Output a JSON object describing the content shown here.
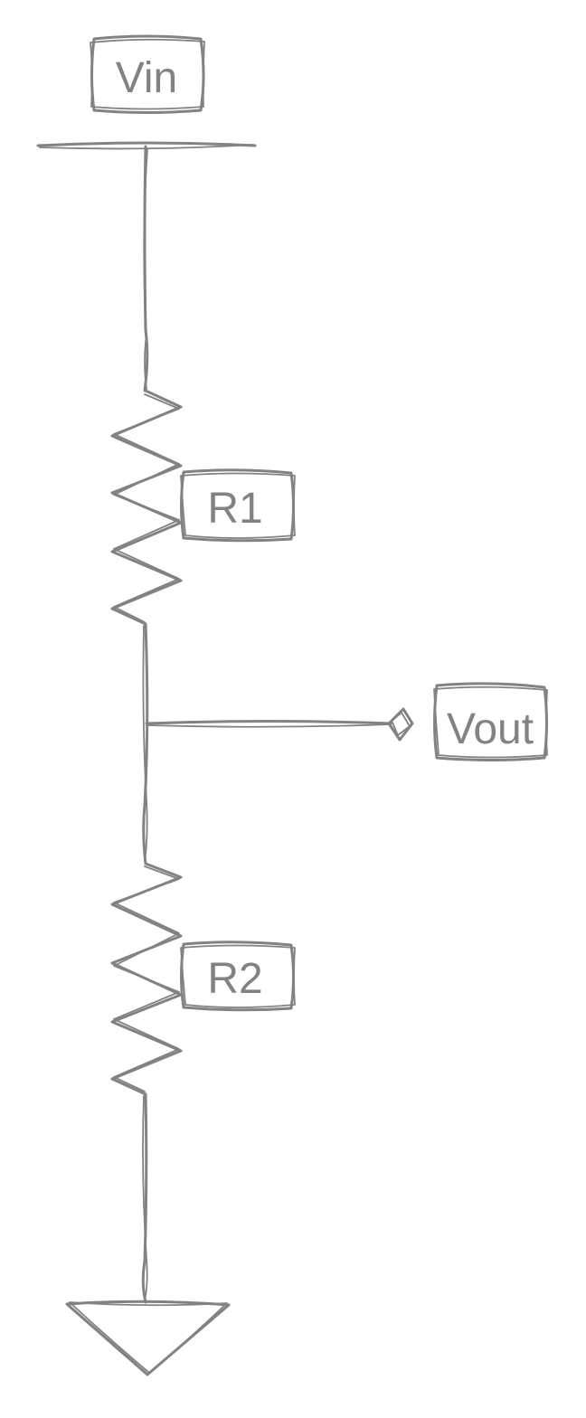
{
  "colors": {
    "ink": "#828282",
    "background": "#ffffff"
  },
  "labels": {
    "vin": "Vin",
    "r1": "R1",
    "vout": "Vout",
    "r2": "R2"
  }
}
